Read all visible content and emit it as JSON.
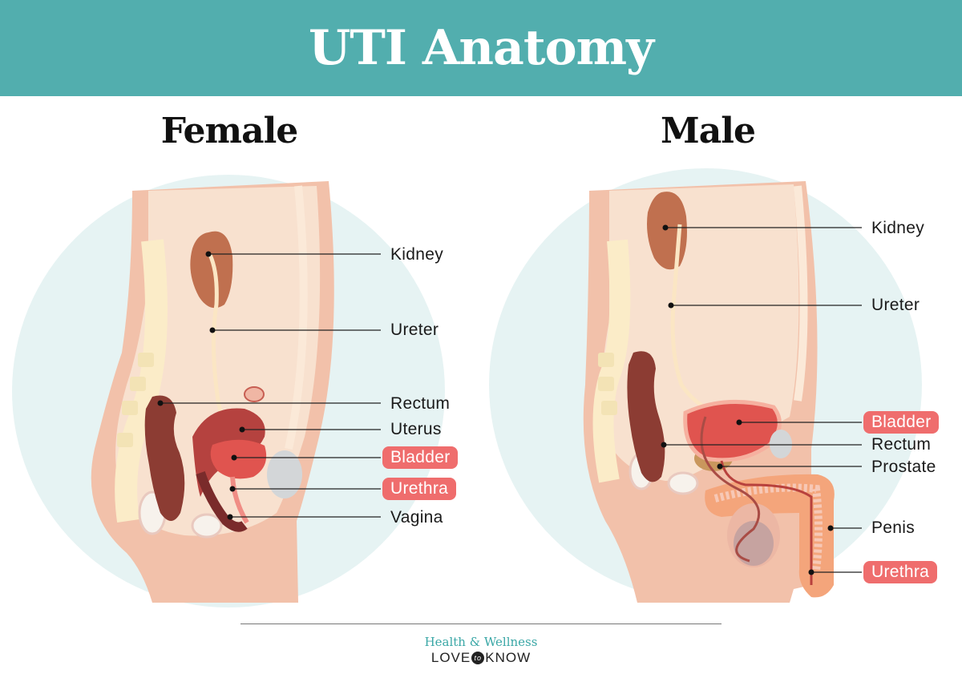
{
  "title": "UTI Anatomy",
  "female": {
    "heading": "Female",
    "labels": {
      "kidney": "Kidney",
      "ureter": "Ureter",
      "rectum": "Rectum",
      "uterus": "Uterus",
      "bladder": "Bladder",
      "urethra": "Urethra",
      "vagina": "Vagina"
    }
  },
  "male": {
    "heading": "Male",
    "labels": {
      "kidney": "Kidney",
      "ureter": "Ureter",
      "bladder": "Bladder",
      "rectum": "Rectum",
      "prostate": "Prostate",
      "penis": "Penis",
      "urethra": "Urethra"
    }
  },
  "logo": {
    "line1": "Health & Wellness",
    "line2_left": "LOVE",
    "line2_badge": "to",
    "line2_right": "KNOW"
  },
  "colors": {
    "header": "#52aeae",
    "highlight": "#ef6d6d",
    "circle": "#e6f3f3",
    "skin": "#f2c1aa",
    "organ": "#c26a4e",
    "bladder": "#e0544f"
  }
}
